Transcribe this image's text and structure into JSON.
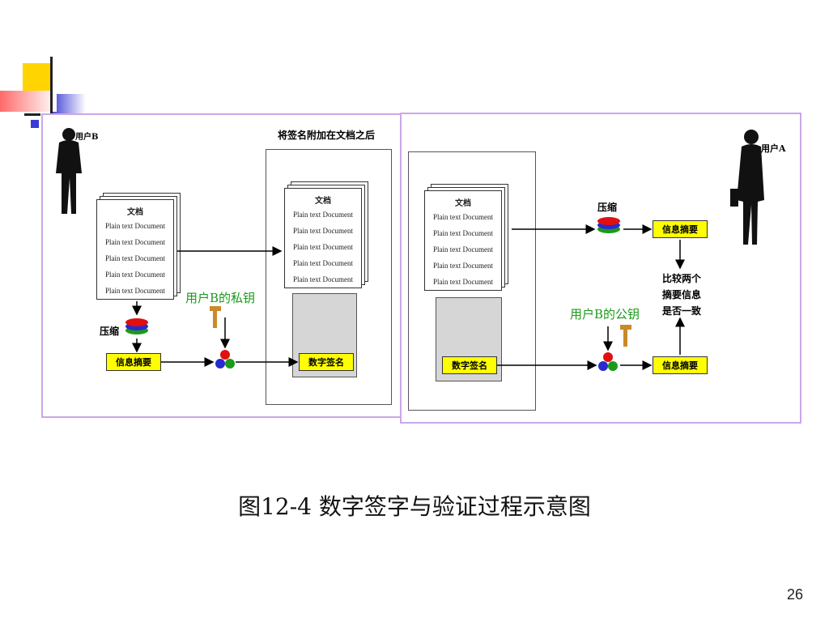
{
  "left_panel": {
    "user_label": "用户B",
    "document": {
      "title": "文档",
      "lines": [
        "Plain text Document",
        "Plain text Document",
        "Plain text Document",
        "Plain text Document",
        "Plain text Document"
      ]
    },
    "compress_label": "压缩",
    "digest_label": "信息摘要",
    "private_key_label": "用户B的私钥",
    "attach_caption": "将签名附加在文档之后",
    "signed_document": {
      "title": "文档",
      "lines": [
        "Plain text Document",
        "Plain text Document",
        "Plain text Document",
        "Plain text Document",
        "Plain text Document"
      ]
    },
    "signature_label": "数字签名"
  },
  "right_panel": {
    "user_label": "用户A",
    "document": {
      "title": "文档",
      "lines": [
        "Plain text Document",
        "Plain text Document",
        "Plain text Document",
        "Plain text Document",
        "Plain text Document"
      ]
    },
    "signature_label": "数字签名",
    "compress_label": "压缩",
    "digest_top_label": "信息摘要",
    "digest_bottom_label": "信息摘要",
    "public_key_label": "用户B的公钥",
    "compare_lines": [
      "比较两个",
      "摘要信息",
      "是否一致"
    ]
  },
  "caption": "图12-4  数字签字与验证过程示意图",
  "page_number": "26",
  "colors": {
    "panel_border": "#c9a8e8",
    "yellow_box": "#ffff00",
    "key_green": "#1a9a1a"
  }
}
